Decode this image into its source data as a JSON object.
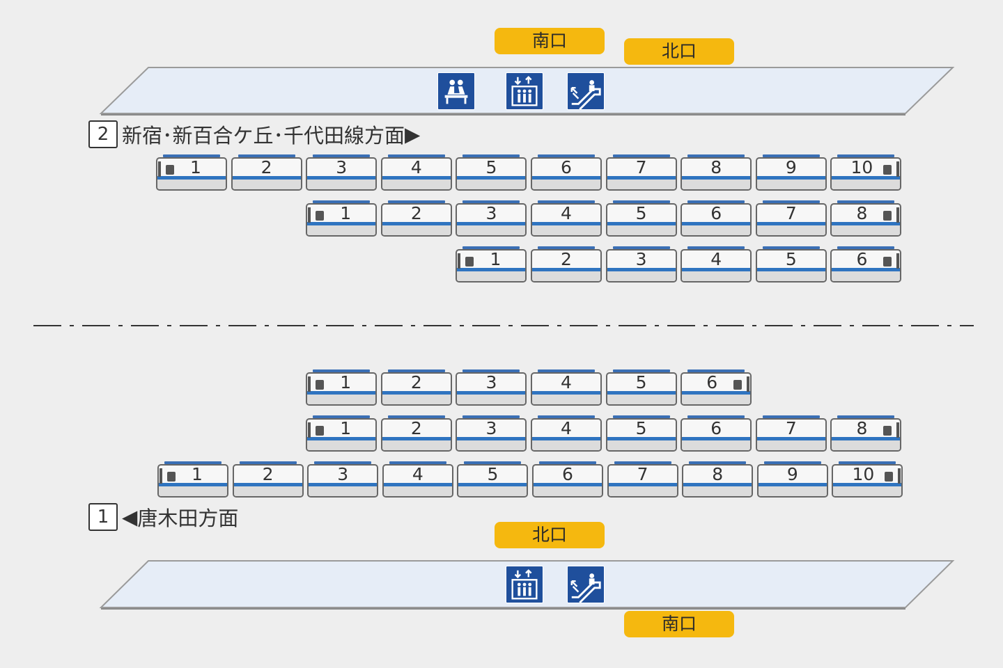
{
  "exits": {
    "top_south": "南口",
    "top_north": "北口",
    "bottom_north": "北口",
    "bottom_south": "南口"
  },
  "tracks": {
    "upper": {
      "number": "2",
      "direction": "新宿･新百合ケ丘･千代田線方面",
      "arrow": "▶"
    },
    "lower": {
      "number": "1",
      "direction": "唐木田方面",
      "arrow": "◀"
    }
  },
  "facilities": {
    "upper": [
      "waiting-room-icon",
      "elevator-icon",
      "escalator-icon"
    ],
    "lower": [
      "elevator-icon",
      "escalator-icon"
    ]
  },
  "trains": {
    "upper": [
      {
        "cars": [
          "1",
          "2",
          "3",
          "4",
          "5",
          "6",
          "7",
          "8",
          "9",
          "10"
        ]
      },
      {
        "cars": [
          "1",
          "2",
          "3",
          "4",
          "5",
          "6",
          "7",
          "8"
        ]
      },
      {
        "cars": [
          "1",
          "2",
          "3",
          "4",
          "5",
          "6"
        ]
      }
    ],
    "lower": [
      {
        "cars": [
          "1",
          "2",
          "3",
          "4",
          "5",
          "6"
        ]
      },
      {
        "cars": [
          "1",
          "2",
          "3",
          "4",
          "5",
          "6",
          "7",
          "8"
        ]
      },
      {
        "cars": [
          "1",
          "2",
          "3",
          "4",
          "5",
          "6",
          "7",
          "8",
          "9",
          "10"
        ]
      }
    ]
  },
  "colors": {
    "exit_badge": "#f5b80f",
    "platform_fill": "#e6edf7",
    "car_stripe": "#2f74c0",
    "icon_bg": "#1f4f9c"
  }
}
